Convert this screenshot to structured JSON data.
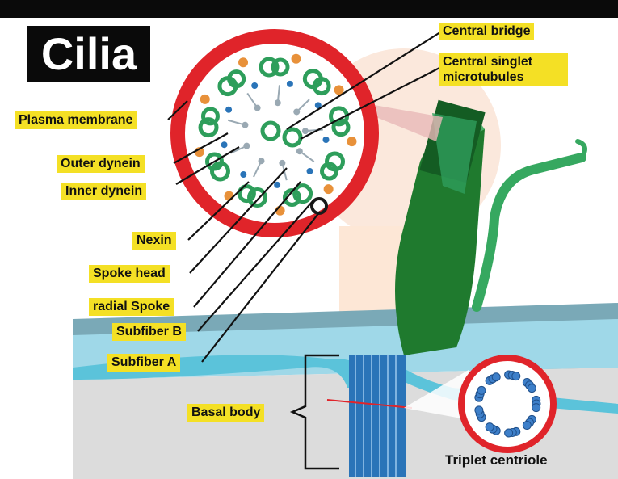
{
  "title": "Cilia",
  "labels": {
    "central_bridge": "Central bridge",
    "central_singlet_line1": "Central singlet",
    "central_singlet_line2": "microtubules",
    "plasma_membrane": "Plasma membrane",
    "outer_dynein": "Outer dynein",
    "inner_dynein": "Inner dynein",
    "nexin": "Nexin",
    "spoke_head": "Spoke head",
    "radial_spoke": "radial Spoke",
    "subfiber_b": "Subfiber B",
    "subfiber_a": "Subfiber A",
    "basal_body": "Basal body",
    "triplet_centriole": "Triplet centriole"
  },
  "colors": {
    "label_bg": "#f4e025",
    "ring_red": "#e0242a",
    "microtubule_green": "#2e9e5b",
    "cilium_green": "#1f7a2e",
    "membrane_blue": "#5bc3da",
    "basal_blue": "#2a74b8",
    "dynein_orange": "#e8913a",
    "centriole_blue": "#3d7fc9"
  }
}
